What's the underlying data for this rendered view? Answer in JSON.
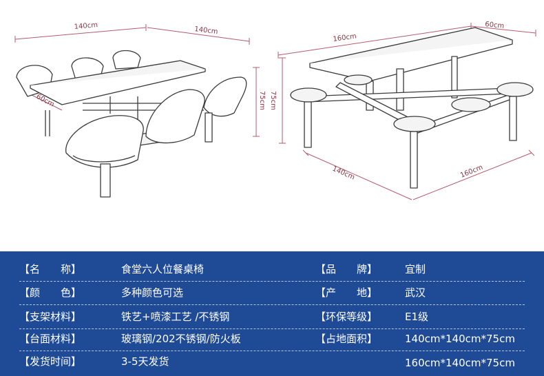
{
  "dimensions": {
    "left_top_1": "140cm",
    "left_top_2": "140cm",
    "left_depth": "60cm",
    "left_height": "75cm",
    "right_top_length": "160cm",
    "right_top_width": "60cm",
    "right_height": "75cm",
    "right_bottom_1": "140cm",
    "right_bottom_2": "160cm"
  },
  "specs": {
    "rows": [
      {
        "left_label": "【名　　称】",
        "left_value": "食堂六人位餐桌椅",
        "right_label": "【品　　牌】",
        "right_value": "宜制"
      },
      {
        "left_label": "【颜　　色】",
        "left_value": "多种颜色可选",
        "right_label": "【产　　地】",
        "right_value": "武汉"
      },
      {
        "left_label": "【支架材料】",
        "left_value": "铁艺+喷漆工艺 /不锈钢",
        "right_label": "【环保等级】",
        "right_value": "E1级"
      },
      {
        "left_label": "【台面材料】",
        "left_value": "玻璃钢/202不锈钢/防火板",
        "right_label": "【占地面积】",
        "right_value": "140cm*140cm*75cm"
      },
      {
        "left_label": "【发货时间】",
        "left_value": "3-5天发货",
        "right_label": "",
        "right_value": "160cm*140cm*75cm"
      }
    ]
  },
  "colors": {
    "panel_bg": "#1f4a96",
    "dimension_text": "#8a3344"
  }
}
